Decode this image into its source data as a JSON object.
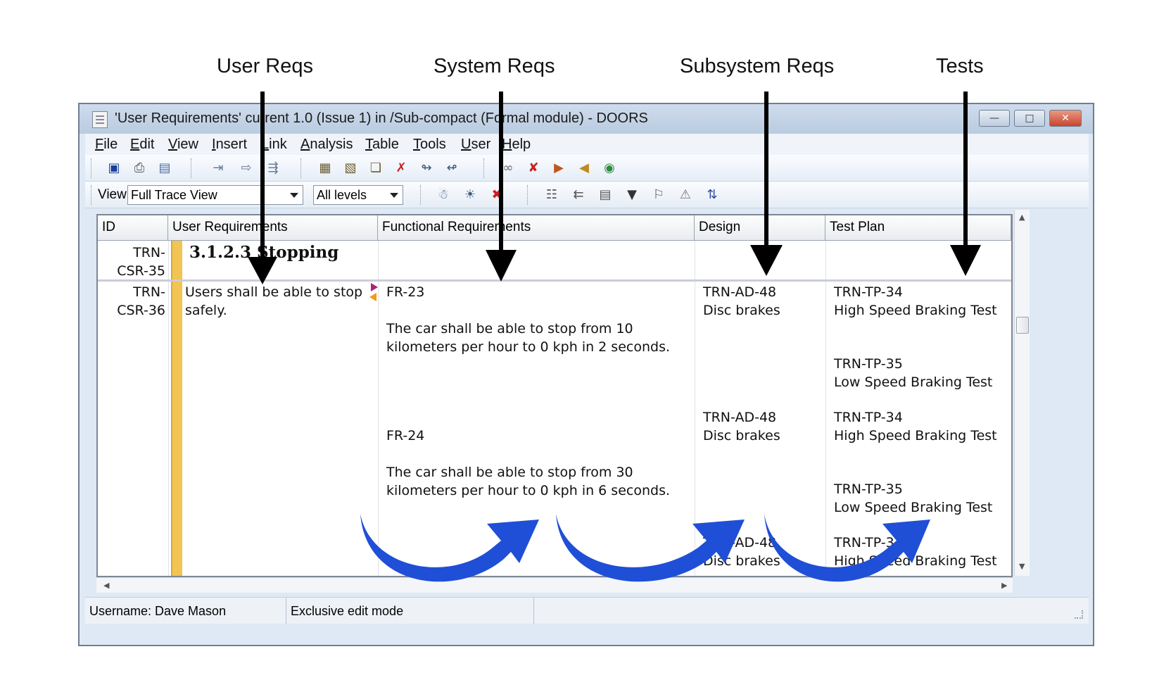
{
  "annotations": {
    "user_reqs": "User Reqs",
    "system_reqs": "System Reqs",
    "subsystem_reqs": "Subsystem Reqs",
    "tests": "Tests"
  },
  "window": {
    "title": "'User Requirements' current 1.0 (Issue 1) in /Sub-compact (Formal module) - DOORS"
  },
  "menu": [
    "File",
    "Edit",
    "View",
    "Insert",
    "Link",
    "Analysis",
    "Table",
    "Tools",
    "User",
    "Help"
  ],
  "toolbar2": {
    "view_label": "View",
    "view_value": "Full Trace View",
    "levels_value": "All levels"
  },
  "columns": {
    "id": "ID",
    "user_requirements": "User Requirements",
    "functional_requirements": "Functional Requirements",
    "design": "Design",
    "test_plan": "Test Plan"
  },
  "rows": [
    {
      "id_line1": "TRN-",
      "id_line2": "CSR-35",
      "heading": "3.1.2.3 Stopping"
    },
    {
      "id_line1": "TRN-",
      "id_line2": "CSR-36",
      "user_req_line1": "Users shall be able to stop",
      "user_req_line2": "safely.",
      "fr": [
        {
          "id": "FR-23",
          "text_line1": "The car shall be able to stop from 10",
          "text_line2": "kilometers per hour to 0 kph in 2 seconds."
        },
        {
          "id": "FR-24",
          "text_line1": "The car shall be able to stop from 30",
          "text_line2": "kilometers per hour to 0 kph in 6 seconds."
        }
      ],
      "design": [
        {
          "id": "TRN-AD-48",
          "name": "Disc brakes"
        },
        {
          "id": "TRN-AD-48",
          "name": "Disc brakes"
        },
        {
          "id": "TRN-AD-48",
          "name": "Disc brakes"
        }
      ],
      "tests": [
        {
          "id": "TRN-TP-34",
          "name": "High Speed Braking Test"
        },
        {
          "id": "TRN-TP-35",
          "name": "Low Speed Braking Test"
        },
        {
          "id": "TRN-TP-34",
          "name": "High Speed Braking Test"
        },
        {
          "id": "TRN-TP-35",
          "name": "Low Speed Braking Test"
        },
        {
          "id": "TRN-TP-34",
          "name": "High Speed Braking Test"
        }
      ]
    }
  ],
  "status": {
    "username": "Username: Dave Mason",
    "mode": "Exclusive edit mode"
  },
  "colors": {
    "arrow_blue": "#1f4fd6",
    "marker_yellow": "#f1c453"
  }
}
